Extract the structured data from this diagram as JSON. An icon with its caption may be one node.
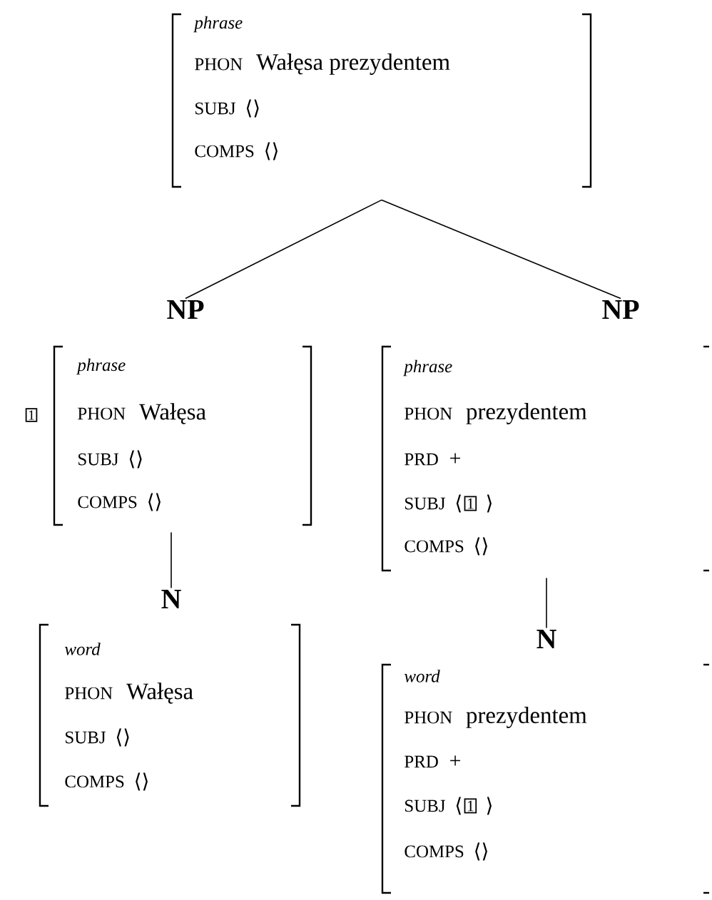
{
  "diagram": {
    "nodes": [
      {
        "text": [
          "phrase",
          "PHON",
          "Wałęsa prezydentem",
          "SUBJ",
          "⟨⟩",
          "COMPS",
          "⟨⟩"
        ]
      },
      {
        "text": [
          "NP"
        ]
      },
      {
        "text": [
          "phrase",
          "PHON",
          "Wałęsa",
          "SUBJ",
          "⟨⟩",
          "COMPS",
          "⟨⟩"
        ],
        "beside": [
          "1"
        ]
      },
      {
        "text": [
          "N"
        ]
      },
      {
        "text": [
          "word",
          "PHON",
          "Wałęsa",
          "SUBJ",
          "⟨⟩",
          "COMPS",
          "⟨⟩"
        ]
      },
      {
        "text": [
          "NP"
        ]
      },
      {
        "text": [
          "phrase",
          "PHON",
          "prezydentem",
          "PRD",
          "+",
          "SUBJ",
          "⟨",
          "1",
          "⟩",
          "COMPS",
          "⟨⟩"
        ]
      },
      {
        "text": [
          "N"
        ]
      },
      {
        "text": [
          "word",
          "PHON",
          "prezydentem",
          "PRD",
          "+",
          "SUBJ",
          "⟨",
          "1",
          "⟩",
          "COMPS",
          "⟨⟩"
        ]
      }
    ],
    "edges": [
      {
        "from": 0,
        "to": 1,
        "arrow": "none"
      },
      {
        "from": 0,
        "to": 5,
        "arrow": "none"
      },
      {
        "from": 2,
        "to": 3,
        "arrow": "none"
      },
      {
        "from": 6,
        "to": 7,
        "arrow": "none"
      }
    ]
  }
}
